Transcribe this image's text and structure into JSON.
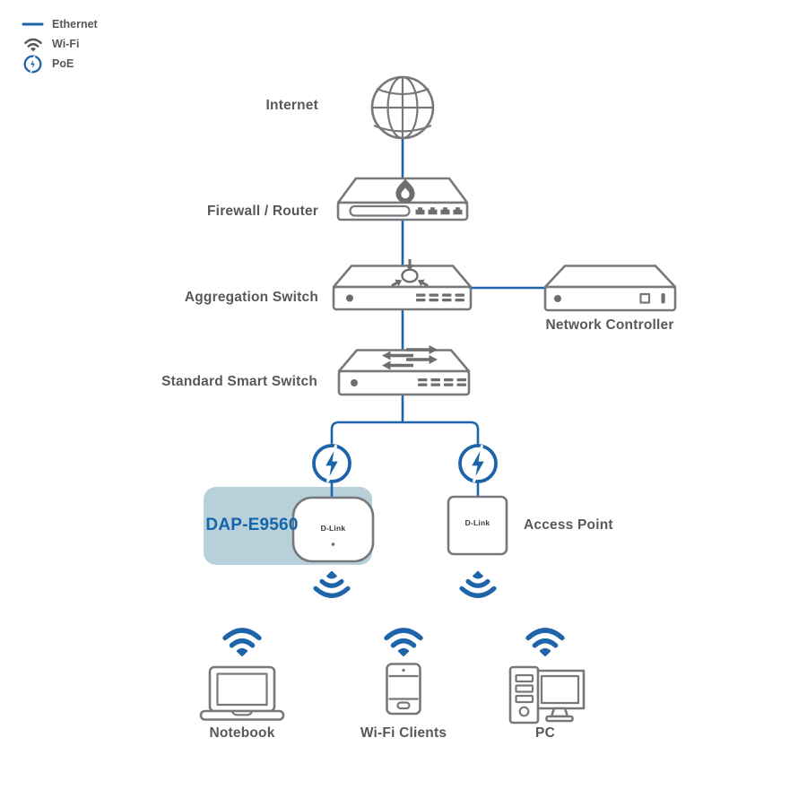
{
  "legend": {
    "items": [
      {
        "id": "ethernet",
        "label": "Ethernet",
        "icon": "ethernet-line-icon"
      },
      {
        "id": "wifi",
        "label": "Wi-Fi",
        "icon": "wifi-icon"
      },
      {
        "id": "poe",
        "label": "PoE",
        "icon": "poe-bolt-icon"
      }
    ]
  },
  "nodes": {
    "internet": {
      "label": "Internet",
      "icon": "globe-icon"
    },
    "firewall": {
      "label": "Firewall / Router",
      "icon": "flame-icon"
    },
    "aggregation_switch": {
      "label": "Aggregation Switch",
      "icon": "aggregation-arrows-icon"
    },
    "network_controller": {
      "label": "Network Controller"
    },
    "smart_switch": {
      "label": "Standard Smart Switch",
      "icon": "switch-arrows-icon"
    },
    "dap": {
      "model": "DAP-E9560",
      "brand": "D-Link",
      "icon": "access-point-ceiling"
    },
    "access_point": {
      "label": "Access Point",
      "brand": "D-Link",
      "icon": "access-point-wall"
    },
    "notebook": {
      "label": "Notebook",
      "icon": "laptop-icon"
    },
    "wifi_clients": {
      "label": "Wi-Fi Clients",
      "icon": "smartphone-icon"
    },
    "pc": {
      "label": "PC",
      "icon": "desktop-pc-icon"
    }
  },
  "colors": {
    "blue": "#1e64a8",
    "badge_background": "#b7d0da",
    "device_outline": "#77787b",
    "icon_gray": "#6d6e71",
    "label_text": "#57585a",
    "dap_label_text": "#1565ab",
    "background": "#ffffff"
  }
}
